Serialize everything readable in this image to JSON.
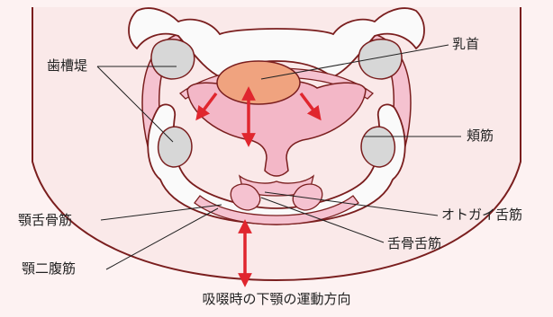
{
  "labels": {
    "alveolar_ridge": "歯槽堤",
    "nipple": "乳首",
    "buccinator": "頬筋",
    "genioglossus": "オトガイ舌筋",
    "geniohyoid": "顎舌骨筋",
    "hyoglossus": "舌骨舌筋",
    "digastric": "顎二腹筋"
  },
  "caption": "吸啜時の下顎の運動方向",
  "colors": {
    "background": "#fdf2f2",
    "face": "#fae9e9",
    "outline": "#7a1e1e",
    "bone": "#fafafa",
    "cavity": "#d7d7d7",
    "tongue": "#f3b7c7",
    "muscle": "#f5c2d0",
    "nipple": "#f0a37f",
    "arrow": "#e0262e"
  }
}
